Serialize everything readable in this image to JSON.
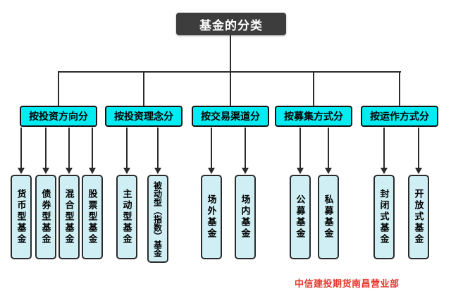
{
  "diagram": {
    "root_label": "基金的分类",
    "branches": [
      {
        "label": "按投资方向分",
        "children": [
          "货币型基金",
          "债券型基金",
          "混合型基金",
          "股票型基金"
        ]
      },
      {
        "label": "按投资理念分",
        "children": [
          "主动型基金",
          "被动型（指数）基金"
        ]
      },
      {
        "label": "按交易渠道分",
        "children": [
          "场外基金",
          "场内基金"
        ]
      },
      {
        "label": "按募集方式分",
        "children": [
          "公募基金",
          "私募基金"
        ]
      },
      {
        "label": "按运作方式分",
        "children": [
          "封闭式基金",
          "开放式基金"
        ]
      }
    ]
  },
  "footer": {
    "watermark": "中信建投期货南昌营业部"
  },
  "colors": {
    "root_bg": "#3d3d3d",
    "category_bg": "#00ecf2",
    "leaf_bg": "#cfeff5",
    "line": "#2b2b2b",
    "watermark_red": "#e8352b"
  }
}
